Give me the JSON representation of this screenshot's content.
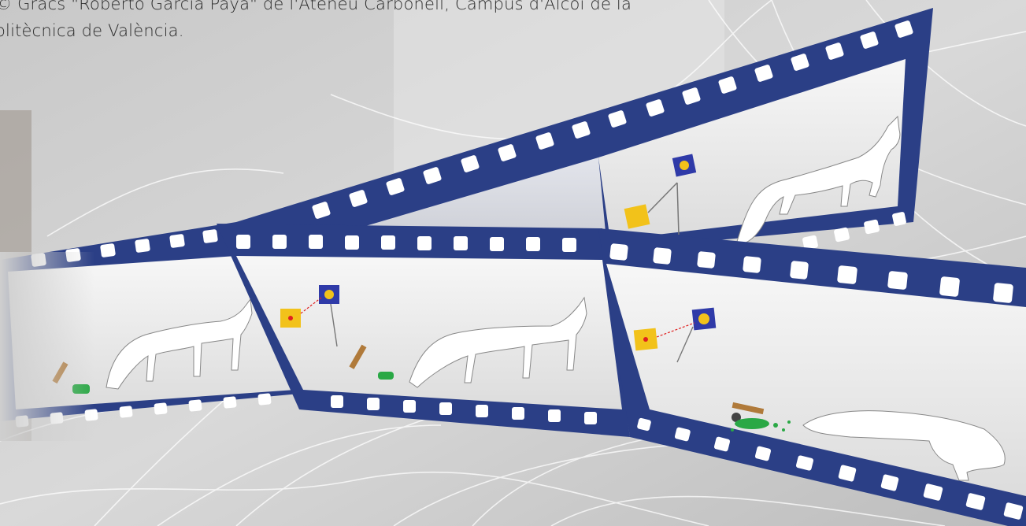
{
  "caption": {
    "line1": "© Gràcs \"Roberto García Payá\" de l'Ateneu Carbonell, Campus d'Alcoi de la",
    "line2": "olitècnica de València."
  },
  "icons": [
    "radiation-icon",
    "radiation-icon",
    "radiation-icon",
    "radiation-icon",
    "hammer-icon",
    "laser-detector-icon",
    "poison-flask-icon",
    "cat-silhouette"
  ],
  "colors": {
    "film_strip": "#2b3f86",
    "film_hole": "#ffffff",
    "frame_bg": "#eeeeee",
    "detector": "#f2c21a",
    "radiation_box": "#2f3aa8",
    "poison": "#2aa845",
    "laser": "#e02020",
    "background": "#cfcfcf"
  }
}
